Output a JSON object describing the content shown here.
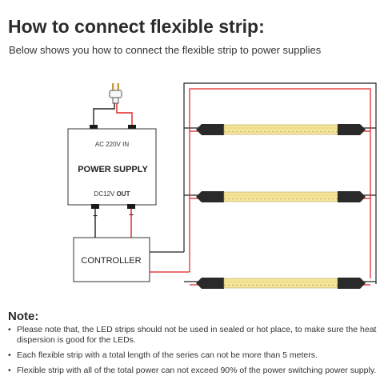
{
  "header": {
    "title": "How to connect flexible strip:",
    "subtitle": "Below shows you how to connect the flexible strip to power supplies"
  },
  "diagram": {
    "power_supply": {
      "input_label": "AC 220V IN",
      "title": "POWER SUPPLY",
      "output_label_prefix": "DC12V ",
      "output_label_bold": "OUT",
      "minus_sign": "−",
      "plus_sign": "+"
    },
    "controller": {
      "label": "CONTROLLER"
    },
    "led_strip_count": 3,
    "colors": {
      "red_wire": "#e02020",
      "black_wire": "#222222",
      "led_yellow": "#f3e49a",
      "connector": "#2a2a2a"
    }
  },
  "notes": {
    "heading": "Note:",
    "bullet": "•",
    "items": [
      "Please note that, the LED strips should not be used in sealed or hot place, to make sure the heat dispersion is good for the LEDs.",
      "Each flexible strip with a total length of the series can not be more than 5 meters.",
      "Flexible strip with all of the total power can not exceed 90% of the power switching power supply."
    ]
  }
}
